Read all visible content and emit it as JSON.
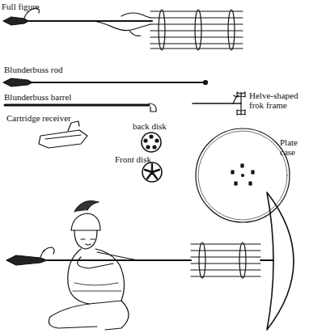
{
  "diagram": {
    "labels": [
      "Full figure",
      "Blunderbuss rod",
      "Blunderbuss barrel",
      "Helve-shaped frok frame",
      "Cartridge receiver",
      "back disk",
      "Front disk",
      "Plate case"
    ]
  }
}
